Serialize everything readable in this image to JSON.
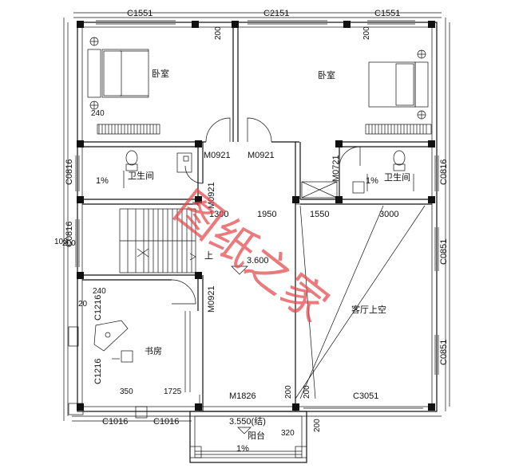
{
  "plan": {
    "windows": {
      "top_left": "C1551",
      "top_mid": "C2151",
      "top_right": "C1551",
      "left_upper": "C0816",
      "left_mid": "C0816",
      "left_lower": "C1216",
      "left_lower2": "C1216",
      "bottom_left": "C1016",
      "bottom_left2": "C1016",
      "bottom_right": "C3051",
      "right_upper": "C0816",
      "right_mid": "C0851",
      "right_lower": "C0851"
    },
    "doors": {
      "door_a": "M0921",
      "door_b": "M0921",
      "door_c": "M0921",
      "door_d": "M0921",
      "door_e": "M0721",
      "door_main": "M1826"
    },
    "rooms": {
      "bedroom_left": "卧室",
      "bedroom_right": "卧室",
      "bath_left": "卫生间",
      "bath_right": "卫生间",
      "study": "书房",
      "living_void": "客厅上空",
      "balcony": "阳台",
      "stairs_up": "上"
    },
    "dims": {
      "d1300": "1300",
      "d1950": "1950",
      "d1550": "1550",
      "d3000": "3000",
      "d200a": "200",
      "d200b": "200",
      "d200c": "200",
      "d200d": "200",
      "d200e": "200",
      "d200f": "200",
      "d240a": "240",
      "d240b": "240",
      "d350": "350",
      "d1725": "1725",
      "d100": "100",
      "d320": "320",
      "d20": "20",
      "slope_a": "1%",
      "slope_b": "1%",
      "slope_c": "1%"
    },
    "levels": {
      "floor": "3.600",
      "balcony": "3.550(结)"
    },
    "watermark": "图纸之家"
  }
}
